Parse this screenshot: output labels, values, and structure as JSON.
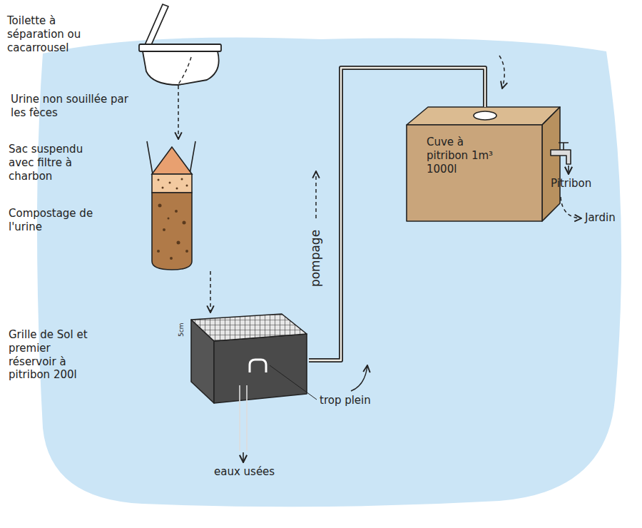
{
  "diagram": {
    "nodes": [
      {
        "text": [
          "Toilette à séparation ou cacarrousel"
        ]
      },
      {
        "text": [
          "Sac suspendu avec filtre à charbon",
          "Compostage de l'urine"
        ]
      },
      {
        "text": [
          "Grille de Sol et premier réservoir à pitribon 200l"
        ]
      },
      {
        "text": [
          "Cuve à pitribon 1m³ 1000l"
        ]
      }
    ],
    "edges": [
      {
        "from": 0,
        "to": 1,
        "arrow": "to",
        "label": "Urine non souillée par les fèces"
      },
      {
        "from": 1,
        "to": 2,
        "arrow": "to"
      },
      {
        "from": 2,
        "to": 3,
        "arrow": "none",
        "label": "pompage"
      }
    ],
    "labels": [
      "5cm",
      "trop plein",
      "eaux usées",
      "Pitribon",
      "Jardin"
    ]
  }
}
